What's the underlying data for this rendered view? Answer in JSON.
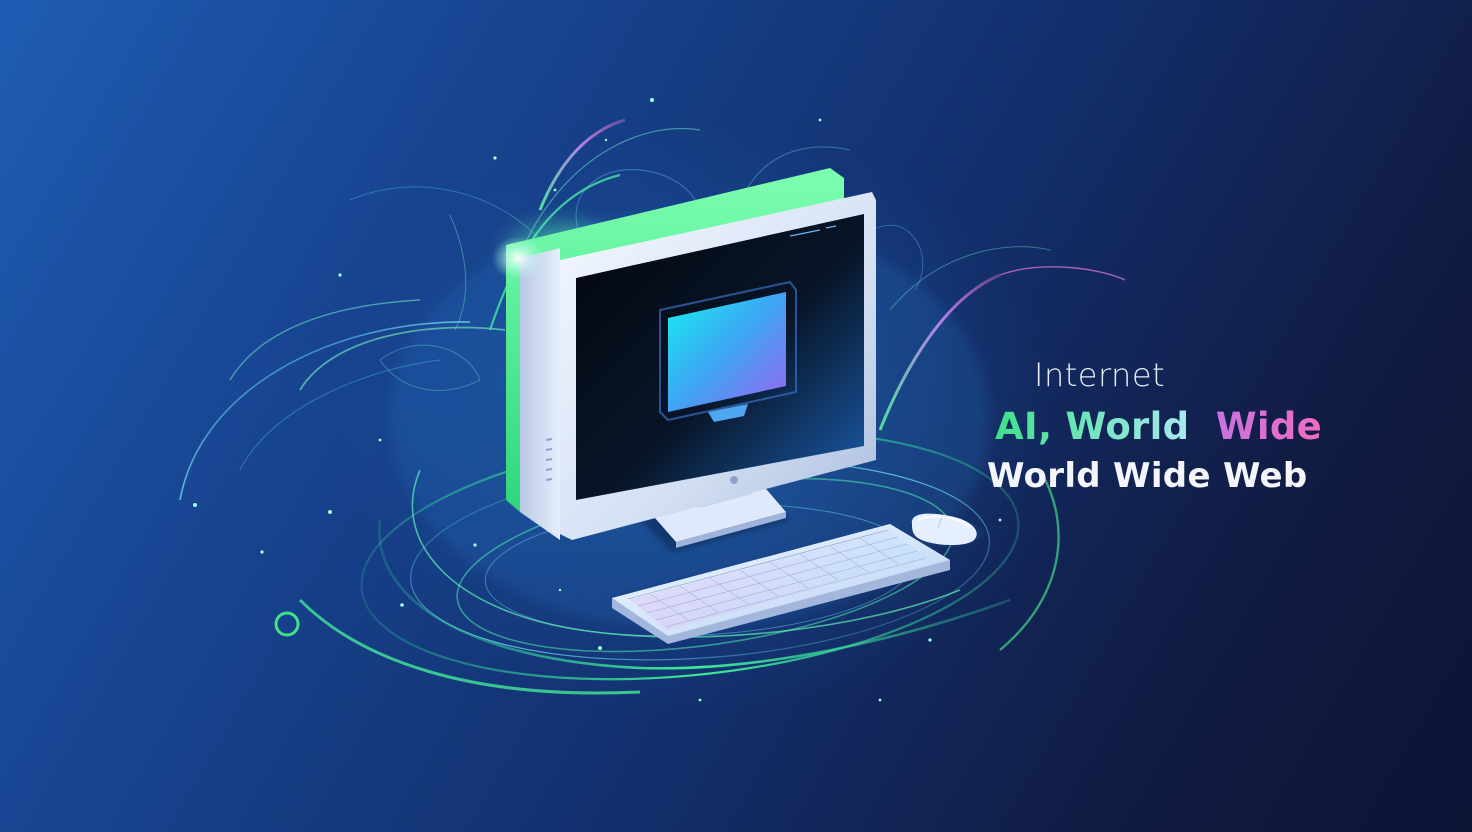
{
  "headline": {
    "line1": "Internet",
    "line2_part1": "AI, World",
    "line2_part2": "Wide",
    "line3": "World Wide Web"
  },
  "colors": {
    "background_start": "#1f5cb3",
    "background_end": "#0d1434",
    "accent_green": "#3fe08a",
    "accent_pink": "#f06cc0",
    "screen_cyan": "#19e4f0",
    "screen_violet": "#8b6cf0"
  },
  "illustration": {
    "objects": [
      "monitor-icon",
      "keyboard-icon",
      "mouse-icon",
      "swirl-lines"
    ]
  }
}
